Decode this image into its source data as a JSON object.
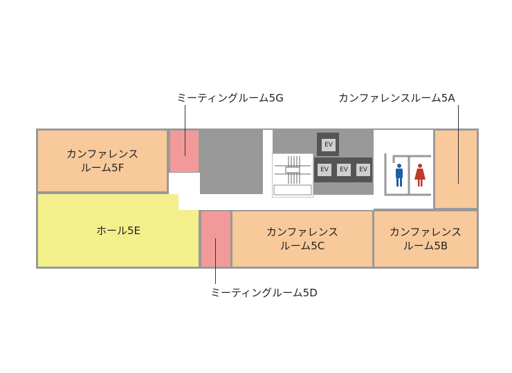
{
  "rooms": {
    "r5f": {
      "line1": "カンファレンス",
      "line2": "ルーム5F"
    },
    "r5e": {
      "label": "ホール5E"
    },
    "r5c": {
      "line1": "カンファレンス",
      "line2": "ルーム5C"
    },
    "r5b": {
      "line1": "カンファレンス",
      "line2": "ルーム5B"
    }
  },
  "callouts": {
    "r5g": "ミーティングルーム5G",
    "r5a": "カンファレンスルーム5A",
    "r5d": "ミーティングルーム5D"
  },
  "elevators": [
    "EV",
    "EV",
    "EV",
    "EV"
  ],
  "colors": {
    "conference": "#f8c99b",
    "hall": "#f3f08b",
    "meeting": "#f29a9a",
    "wall": "#999999",
    "male": "#1f5fa8",
    "female": "#c0392b"
  }
}
